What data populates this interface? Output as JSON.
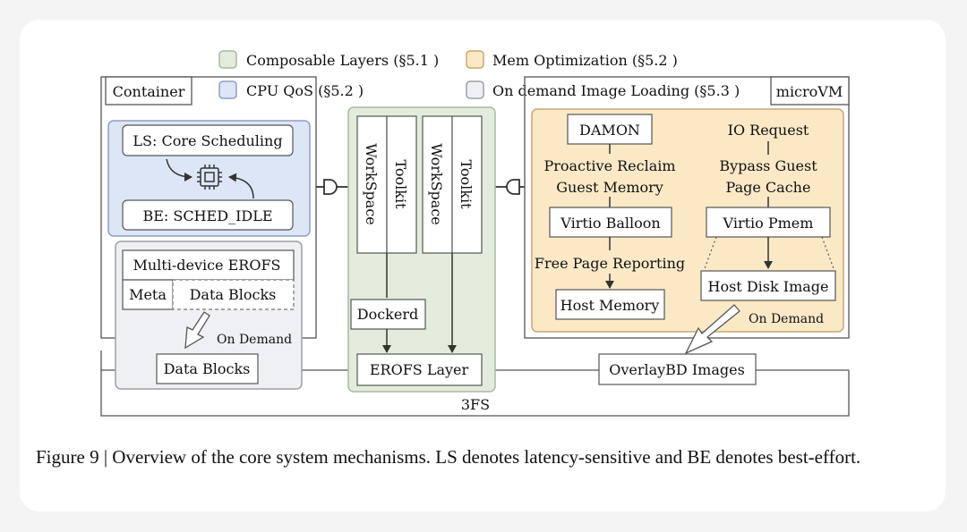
{
  "legend": {
    "composable": "Composable Layers (§5.1 )",
    "mem_opt": "Mem Optimization (§5.2 )",
    "cpu_qos": "CPU QoS  (§5.2 )",
    "on_demand": "On demand Image Loading (§5.3 )"
  },
  "container": {
    "label": "Container",
    "ls": "LS: Core Scheduling",
    "be": "BE: SCHED_IDLE",
    "erofs": "Multi-device EROFS",
    "meta": "Meta",
    "data_blocks": "Data Blocks",
    "on_demand": "On Demand",
    "data_blocks_bottom": "Data Blocks"
  },
  "center": {
    "workspace1": "WorkSpace",
    "toolkit1": "Toolkit",
    "workspace2": "WorkSpace",
    "toolkit2": "Toolkit",
    "dockerd": "Dockerd",
    "erofs_layer": "EROFS Layer"
  },
  "microvm": {
    "label": "microVM",
    "damon": "DAMON",
    "proactive1": "Proactive Reclaim",
    "proactive2": "Guest Memory",
    "virtio_balloon": "Virtio Balloon",
    "free_page": "Free Page Reporting",
    "host_memory": "Host Memory",
    "io_request": "IO Request",
    "bypass1": "Bypass Guest",
    "bypass2": "Page Cache",
    "virtio_pmem": "Virtio Pmem",
    "host_disk": "Host Disk Image",
    "on_demand": "On Demand"
  },
  "overlaybd": "OverlayBD Images",
  "threefs": "3FS",
  "caption": "Figure 9 | Overview of the core system mechanisms.  LS denotes latency-sensitive and BE denotes best-effort.",
  "colors": {
    "composable_fill": "#e3ecdc",
    "composable_stroke": "#a9b9a0",
    "mem_fill": "#fbe9c6",
    "mem_stroke": "#c9a874",
    "cpu_fill": "#dde6f6",
    "cpu_stroke": "#8d9fc6",
    "ondemand_fill": "#eef0f3",
    "ondemand_stroke": "#9aa0a8"
  }
}
